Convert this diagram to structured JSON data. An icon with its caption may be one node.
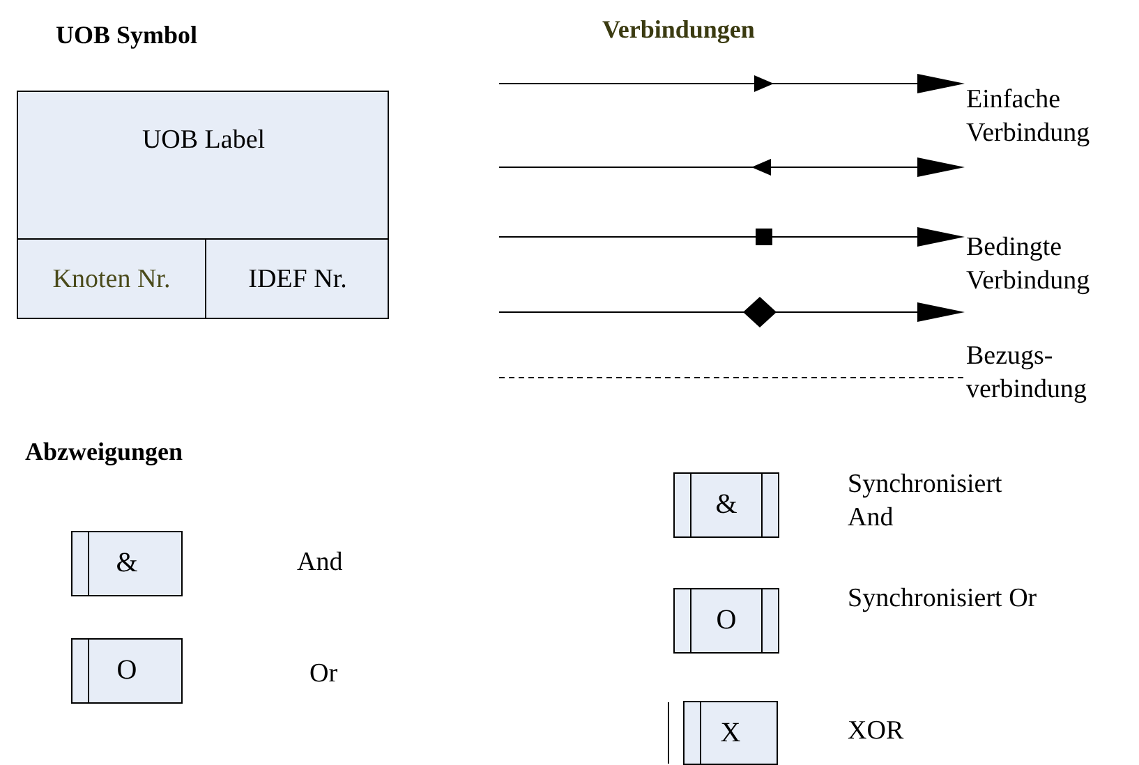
{
  "diagram": {
    "nodes": [
      {
        "text": [
          "UOB Label"
        ]
      },
      {
        "text": [
          "Knoten Nr."
        ],
        "in": 0
      },
      {
        "text": [
          "IDEF Nr."
        ],
        "in": 0
      },
      {
        "text": [
          "&"
        ]
      },
      {
        "text": [
          "O"
        ]
      },
      {
        "text": [
          "&"
        ],
        "beside": [
          "Synchronisiert And"
        ]
      },
      {
        "text": [
          "O"
        ],
        "beside": [
          "Synchronisiert Or"
        ]
      },
      {
        "text": [
          "X"
        ],
        "beside": [
          "XOR"
        ]
      }
    ],
    "labels": [
      "UOB Symbol",
      "Verbindungen",
      "Einfache Verbindung",
      "Bedingte Verbindung",
      "Bezugs- verbindung",
      "Abzweigungen",
      "And",
      "Or"
    ]
  }
}
